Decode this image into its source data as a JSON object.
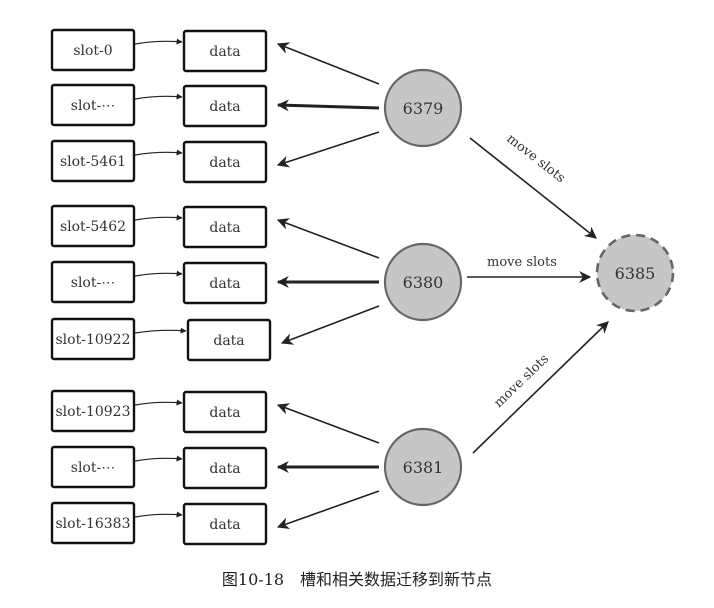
{
  "groups": [
    {
      "node": "6379",
      "rows": [
        {
          "slot": "slot-0",
          "data": "data"
        },
        {
          "slot": "slot-⋯",
          "data": "data"
        },
        {
          "slot": "slot-5461",
          "data": "data"
        }
      ]
    },
    {
      "node": "6380",
      "rows": [
        {
          "slot": "slot-5462",
          "data": "data"
        },
        {
          "slot": "slot-⋯",
          "data": "data"
        },
        {
          "slot": "slot-10922",
          "data": "data"
        }
      ]
    },
    {
      "node": "6381",
      "rows": [
        {
          "slot": "slot-10923",
          "data": "data"
        },
        {
          "slot": "slot-⋯",
          "data": "data"
        },
        {
          "slot": "slot-16383",
          "data": "data"
        }
      ]
    }
  ],
  "target_node": "6385",
  "edges": [
    {
      "from": "6379",
      "to": "6385",
      "label": "move slots"
    },
    {
      "from": "6380",
      "to": "6385",
      "label": "move slots"
    },
    {
      "from": "6381",
      "to": "6385",
      "label": "move slots"
    }
  ],
  "caption": "图10-18　槽和相关数据迁移到新节点"
}
